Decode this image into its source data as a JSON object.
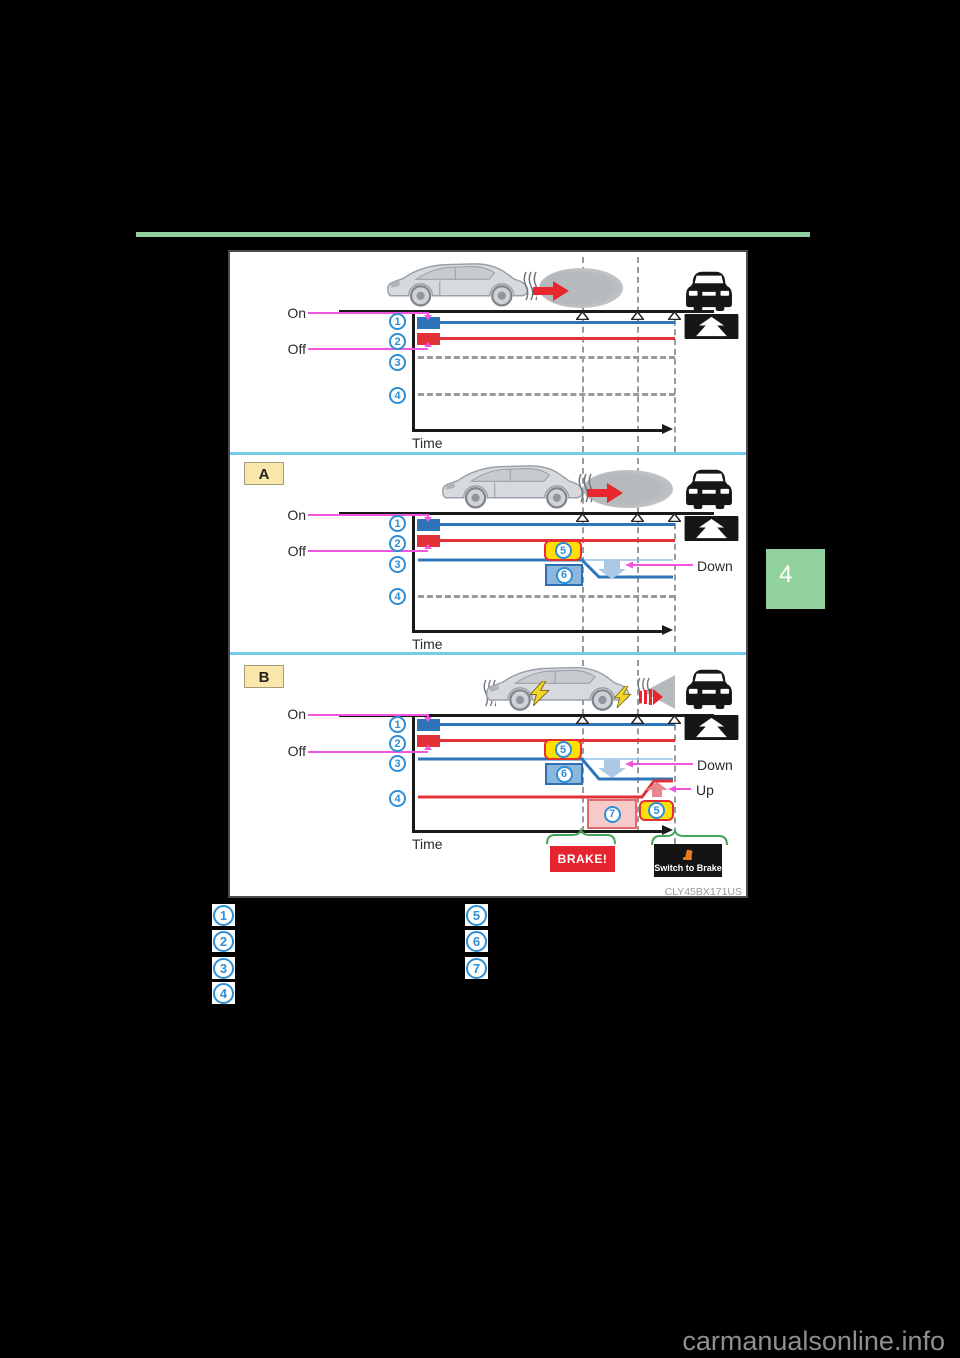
{
  "page": {
    "side_tab": "4",
    "watermark": "carmanualsonline.info",
    "figure_code": "CLY45BX171US"
  },
  "labels": {
    "on": "On",
    "off": "Off",
    "time": "Time",
    "down": "Down",
    "up": "Up",
    "section_a": "A",
    "section_b": "B",
    "brake_warning": "BRAKE!",
    "switch_to_brake": "Switch to Brake"
  },
  "markers": {
    "m1": "1",
    "m2": "2",
    "m3": "3",
    "m4": "4",
    "m5": "5",
    "m6": "6",
    "m7": "7"
  },
  "legend": {
    "left_markers": [
      "1",
      "2",
      "3",
      "4"
    ],
    "right_markers": [
      "5",
      "6",
      "7"
    ]
  },
  "colors": {
    "line1_blue": "#2e74b8",
    "line2_red": "#e23237",
    "callout_yellow": "#ffdf00",
    "callout_blue": "#8cb7dd",
    "callout_pink": "#f7caca",
    "pointer_magenta": "#f455df",
    "divider_cyan": "#74cbe8",
    "brace_green": "#43a457",
    "page_green": "#90d19d",
    "brake_red": "#e62430"
  },
  "figure": {
    "panels": [
      {
        "badge": null,
        "axis_rows": [
          "1",
          "2",
          "3",
          "4"
        ],
        "row3_style": "dashed",
        "row4_style": "dashed",
        "callouts": [],
        "annotations": [],
        "time_axis": "Time",
        "state_labels": [
          "On",
          "Off"
        ]
      },
      {
        "badge": "A",
        "axis_rows": [
          "1",
          "2",
          "3",
          "4"
        ],
        "row3_style": "solid-steps-down",
        "row4_style": "dashed",
        "callouts": [
          "5",
          "6"
        ],
        "annotations": [
          "Down"
        ],
        "time_axis": "Time",
        "state_labels": [
          "On",
          "Off"
        ]
      },
      {
        "badge": "B",
        "axis_rows": [
          "1",
          "2",
          "3",
          "4"
        ],
        "row3_style": "solid-steps-down",
        "row4_style": "solid-steps-up",
        "callouts": [
          "5",
          "6",
          "7",
          "5"
        ],
        "annotations": [
          "Down",
          "Up"
        ],
        "footer_badges": [
          "BRAKE!",
          "Switch to Brake"
        ],
        "time_axis": "Time",
        "state_labels": [
          "On",
          "Off"
        ]
      }
    ],
    "event_marker_count_per_panel": 3
  }
}
